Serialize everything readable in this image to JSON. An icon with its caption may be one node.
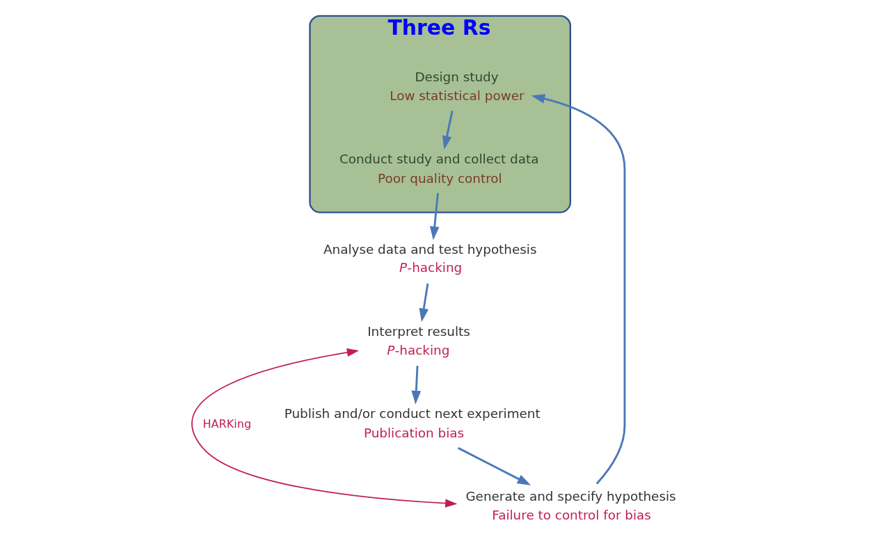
{
  "diagram": {
    "nodes": [
      {
        "text": [
          "Generate and specify hypothesis",
          "Failure to control for bias"
        ]
      },
      {
        "text": [
          "Three Rs"
        ]
      },
      {
        "text": [
          "Design study",
          "Low statistical power"
        ],
        "in": 1
      },
      {
        "text": [
          "Conduct study and collect data",
          "Poor quality control"
        ],
        "in": 1
      },
      {
        "text": [
          "Analyse data and test hypothesis",
          "*P*-hacking"
        ]
      },
      {
        "text": [
          "Interpret results",
          "*P*-hacking"
        ]
      },
      {
        "text": [
          "Publish and/or conduct next experiment",
          "Publication bias"
        ]
      }
    ],
    "edges": [
      {
        "from": 0,
        "to": 2,
        "arrow": "to"
      },
      {
        "from": 2,
        "to": 3,
        "arrow": "to"
      },
      {
        "from": 3,
        "to": 4,
        "arrow": "to"
      },
      {
        "from": 4,
        "to": 5,
        "arrow": "to"
      },
      {
        "from": 5,
        "to": 6,
        "arrow": "to"
      },
      {
        "from": 6,
        "to": 0,
        "arrow": "to"
      },
      {
        "from": 5,
        "to": 0,
        "arrow": "both",
        "label": "HARKing",
        "color": "#c0204f"
      }
    ]
  }
}
